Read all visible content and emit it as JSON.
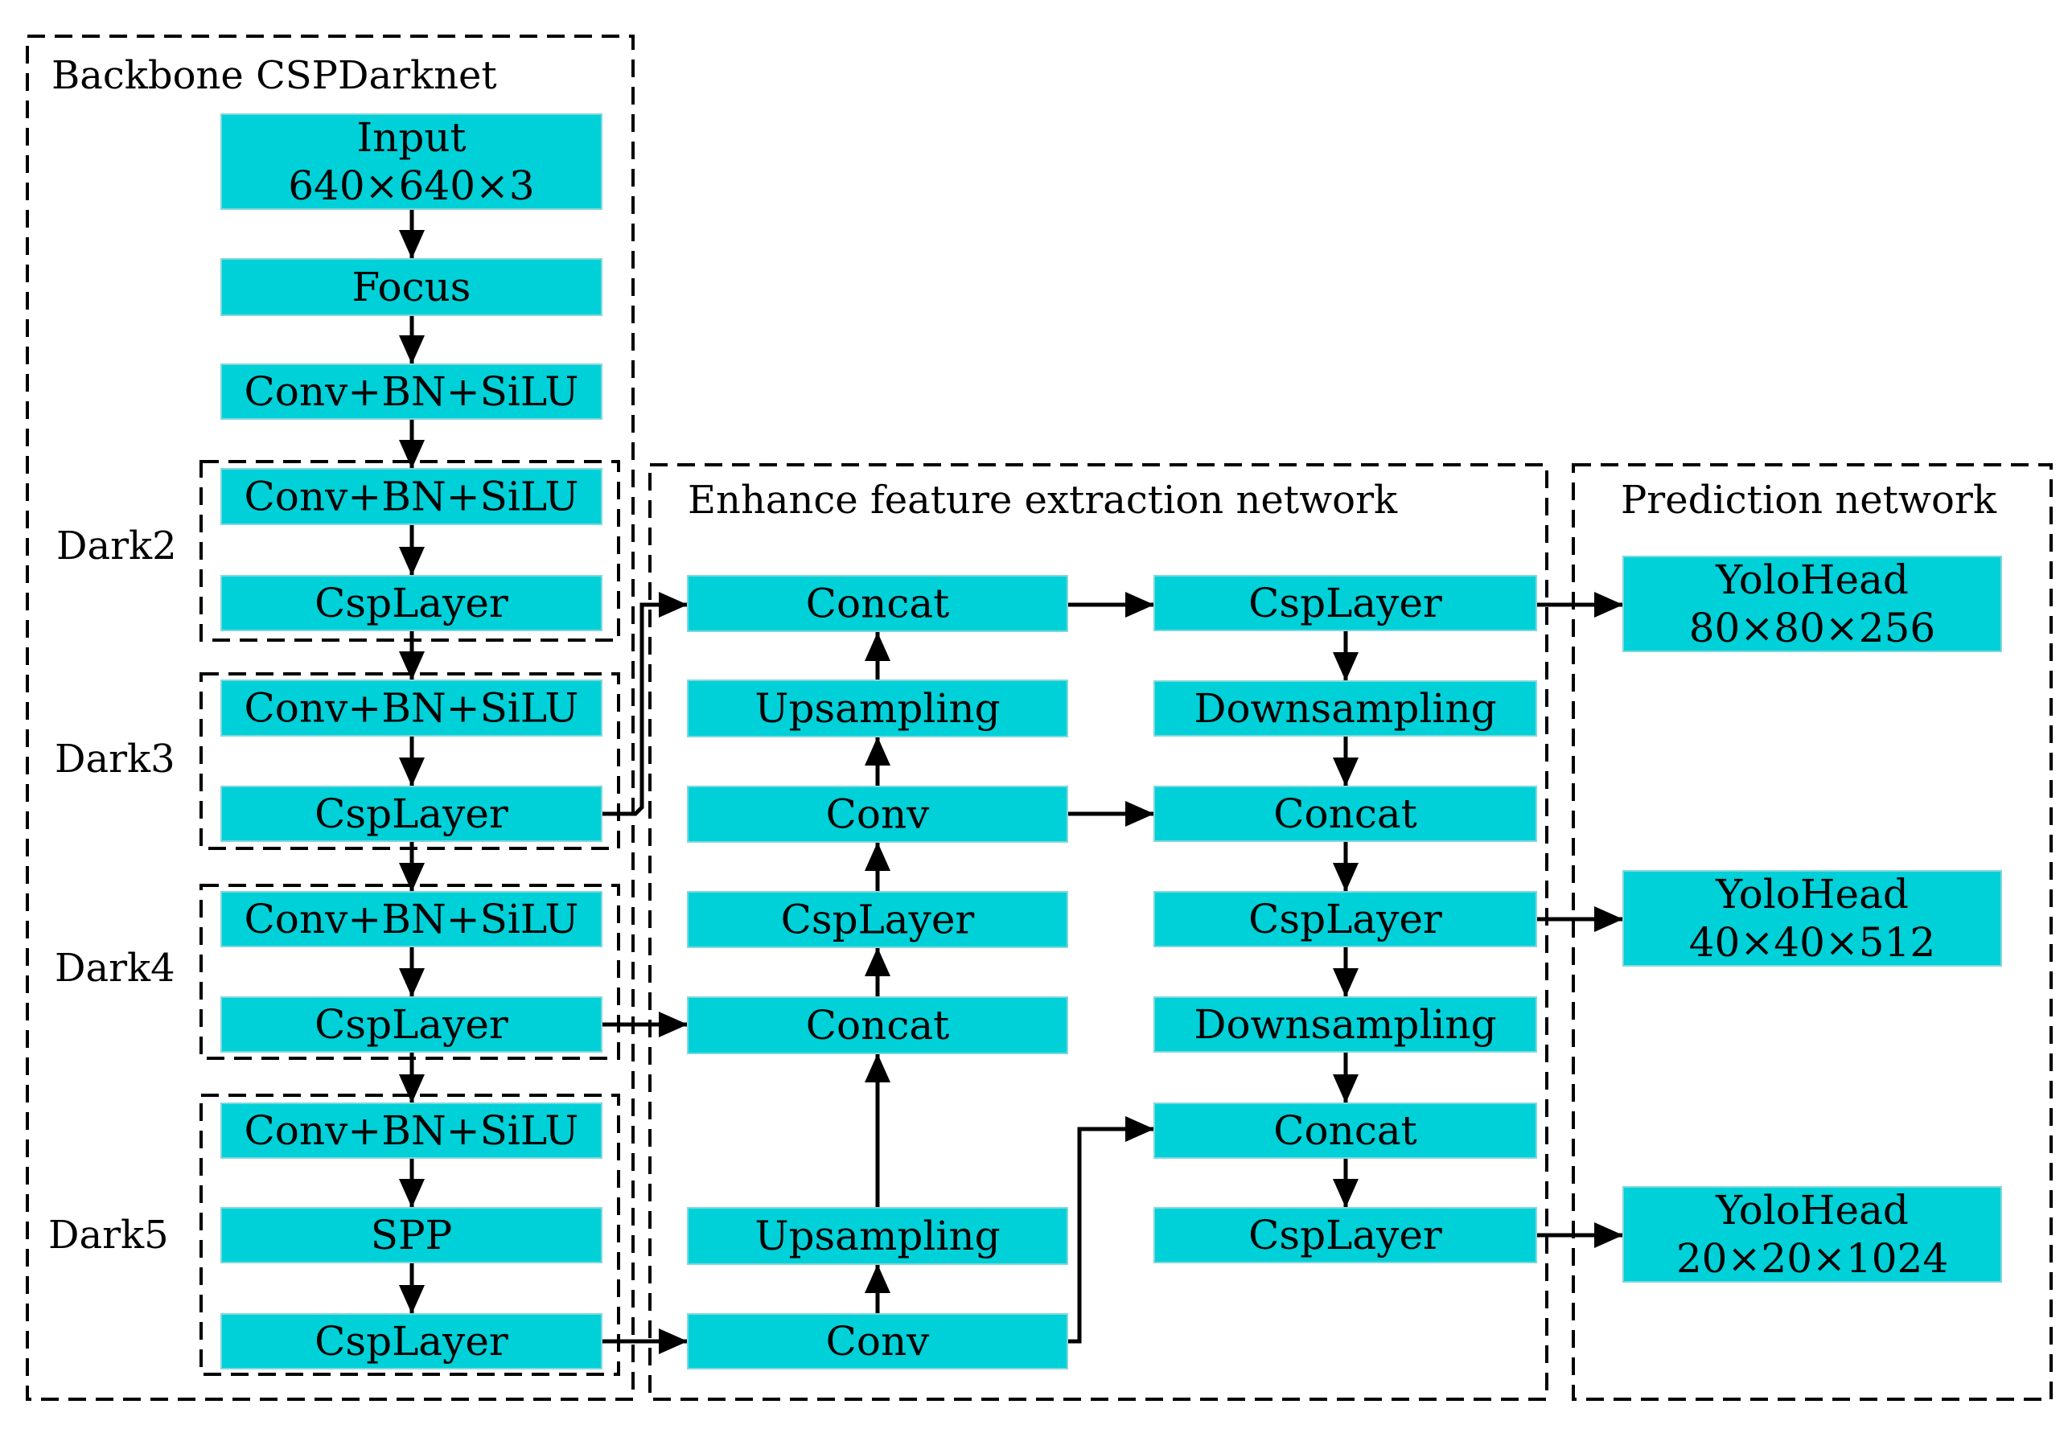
{
  "colors": {
    "block": "#00d0d8",
    "block_border": "#7fd8dc",
    "line": "#000000",
    "background": "#ffffff"
  },
  "sections": {
    "backbone": "Backbone CSPDarknet",
    "enhance": "Enhance feature extraction network",
    "prediction": "Prediction network"
  },
  "groups": {
    "dark2": "Dark2",
    "dark3": "Dark3",
    "dark4": "Dark4",
    "dark5": "Dark5"
  },
  "blocks": {
    "input": [
      "Input",
      "640×640×3"
    ],
    "focus": [
      "Focus"
    ],
    "conv0": [
      "Conv+BN+SiLU"
    ],
    "d2_conv": [
      "Conv+BN+SiLU"
    ],
    "d2_csp": [
      "CspLayer"
    ],
    "d3_conv": [
      "Conv+BN+SiLU"
    ],
    "d3_csp": [
      "CspLayer"
    ],
    "d4_conv": [
      "Conv+BN+SiLU"
    ],
    "d4_csp": [
      "CspLayer"
    ],
    "d5_conv": [
      "Conv+BN+SiLU"
    ],
    "d5_spp": [
      "SPP"
    ],
    "d5_csp": [
      "CspLayer"
    ],
    "e_concat1": [
      "Concat"
    ],
    "e_up1": [
      "Upsampling"
    ],
    "e_conv1": [
      "Conv"
    ],
    "e_csp1": [
      "CspLayer"
    ],
    "e_concat2": [
      "Concat"
    ],
    "e_up2": [
      "Upsampling"
    ],
    "e_conv2": [
      "Conv"
    ],
    "r_csp1": [
      "CspLayer"
    ],
    "r_down1": [
      "Downsampling"
    ],
    "r_concat1": [
      "Concat"
    ],
    "r_csp2": [
      "CspLayer"
    ],
    "r_down2": [
      "Downsampling"
    ],
    "r_concat2": [
      "Concat"
    ],
    "r_csp3": [
      "CspLayer"
    ],
    "head1": [
      "YoloHead",
      "80×80×256"
    ],
    "head2": [
      "YoloHead",
      "40×40×512"
    ],
    "head3": [
      "YoloHead",
      "20×20×1024"
    ]
  }
}
